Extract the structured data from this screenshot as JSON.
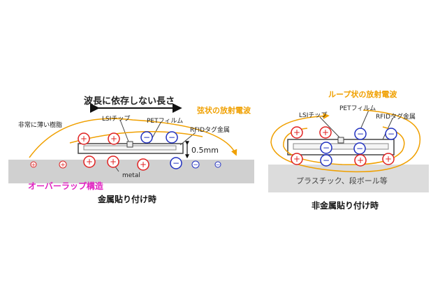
{
  "left_panel": {
    "wavelength_label": "波長に依存しない長さ",
    "radiation_label": "弦状の放射電波",
    "lsi_label": "LSIチップ",
    "pet_label": "PETフィルム",
    "rfid_label": "RFIDタグ金属",
    "thin_resin_label": "非常に薄い樹脂",
    "gap_label": "0.5mm",
    "metal_label": "metal",
    "overlap_label": "オーバーラップ構造",
    "caption": "金属貼り付け時"
  },
  "right_panel": {
    "radiation_label": "ループ状の放射電波",
    "lsi_label": "LSIチップ",
    "pet_label": "PETフィルム",
    "rfid_label": "RFIDタグ金属",
    "base_label": "プラスチック、段ボール等",
    "caption": "非金属貼り付け時"
  },
  "colors": {
    "positive": "#e02020",
    "negative": "#2030c0",
    "wave": "#f0a000",
    "overlap": "#e020c0"
  }
}
